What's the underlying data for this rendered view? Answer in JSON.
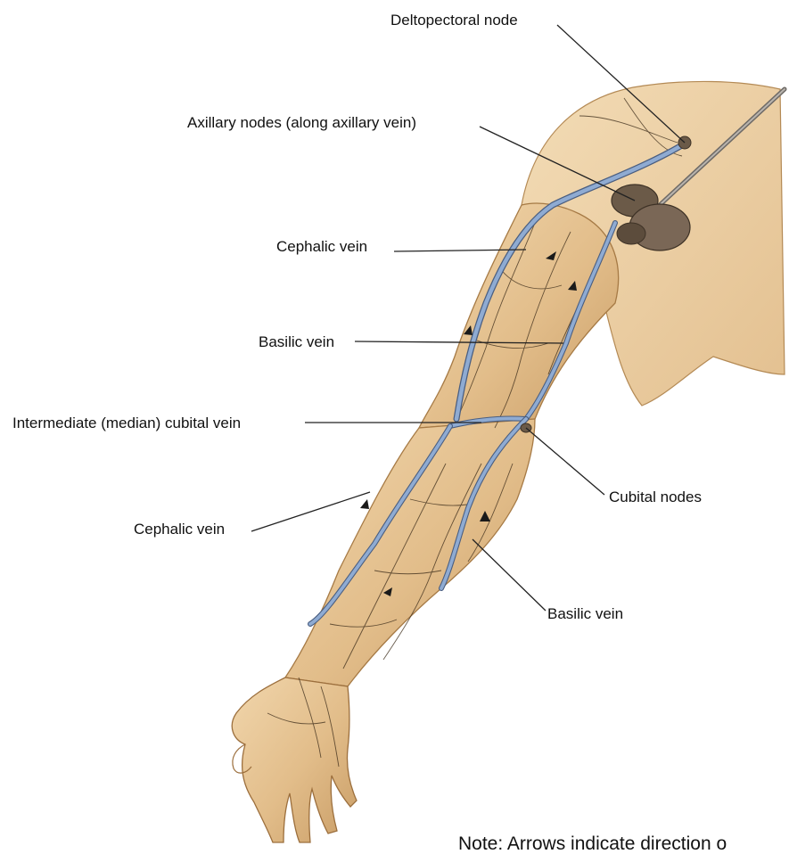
{
  "labels": {
    "deltopectoral_node": "Deltopectoral node",
    "axillary_nodes": "Axillary nodes (along axillary vein)",
    "cephalic_vein_upper": "Cephalic vein",
    "basilic_vein_upper": "Basilic vein",
    "intermediate_cubital_vein": "Intermediate (median) cubital vein",
    "cubital_nodes": "Cubital nodes",
    "cephalic_vein_lower": "Cephalic vein",
    "basilic_vein_lower": "Basilic vein"
  },
  "note": "Note: Arrows indicate direction o",
  "colors": {
    "skin": "#e8c99a",
    "skin_shadow": "#c9a06a",
    "vein": "#7f9cc4",
    "vein_outline": "#4a5e80",
    "lymph": "#3a2a18",
    "node": "#6b5a48",
    "leader": "#222222"
  }
}
